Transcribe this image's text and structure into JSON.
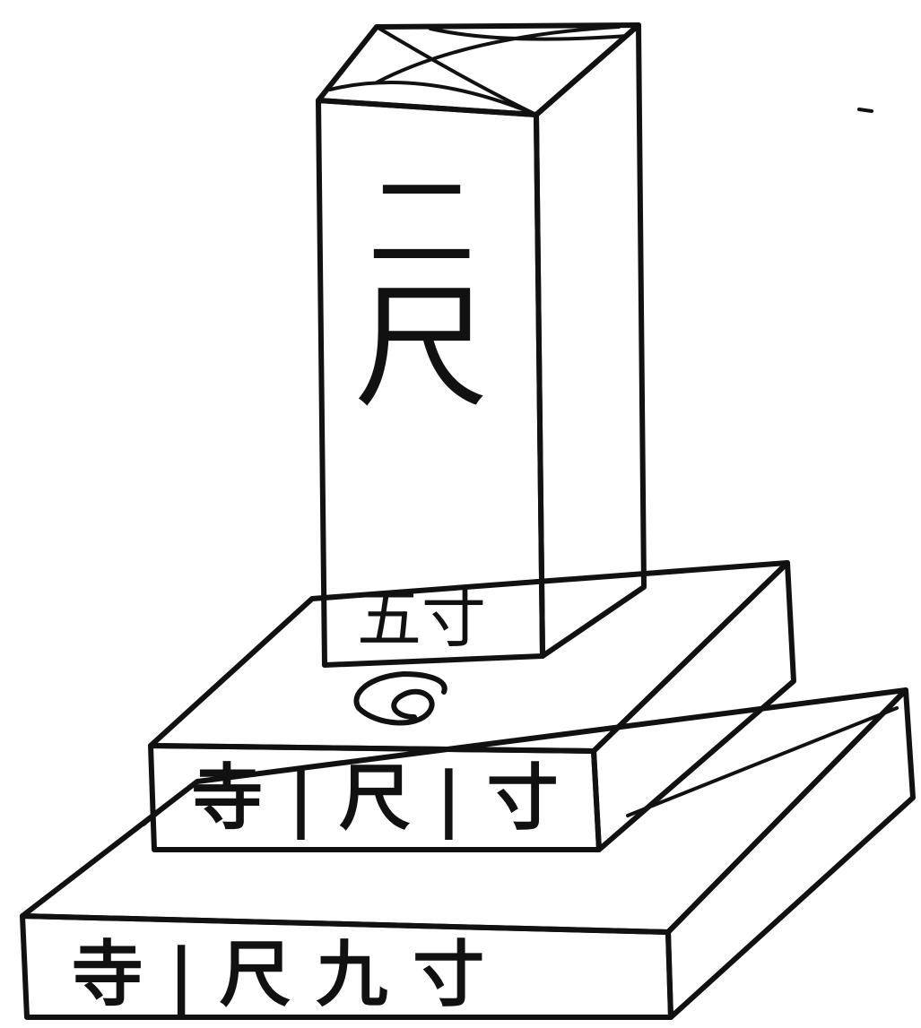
{
  "pillar": {
    "face_chars": [
      "二",
      "尺"
    ],
    "base_label": "五寸"
  },
  "middle_block": {
    "label": "寺 | 尺 | 寸"
  },
  "bottom_block": {
    "label": "寺 | 尺 九 寸"
  },
  "ornament": "spiral-mark"
}
